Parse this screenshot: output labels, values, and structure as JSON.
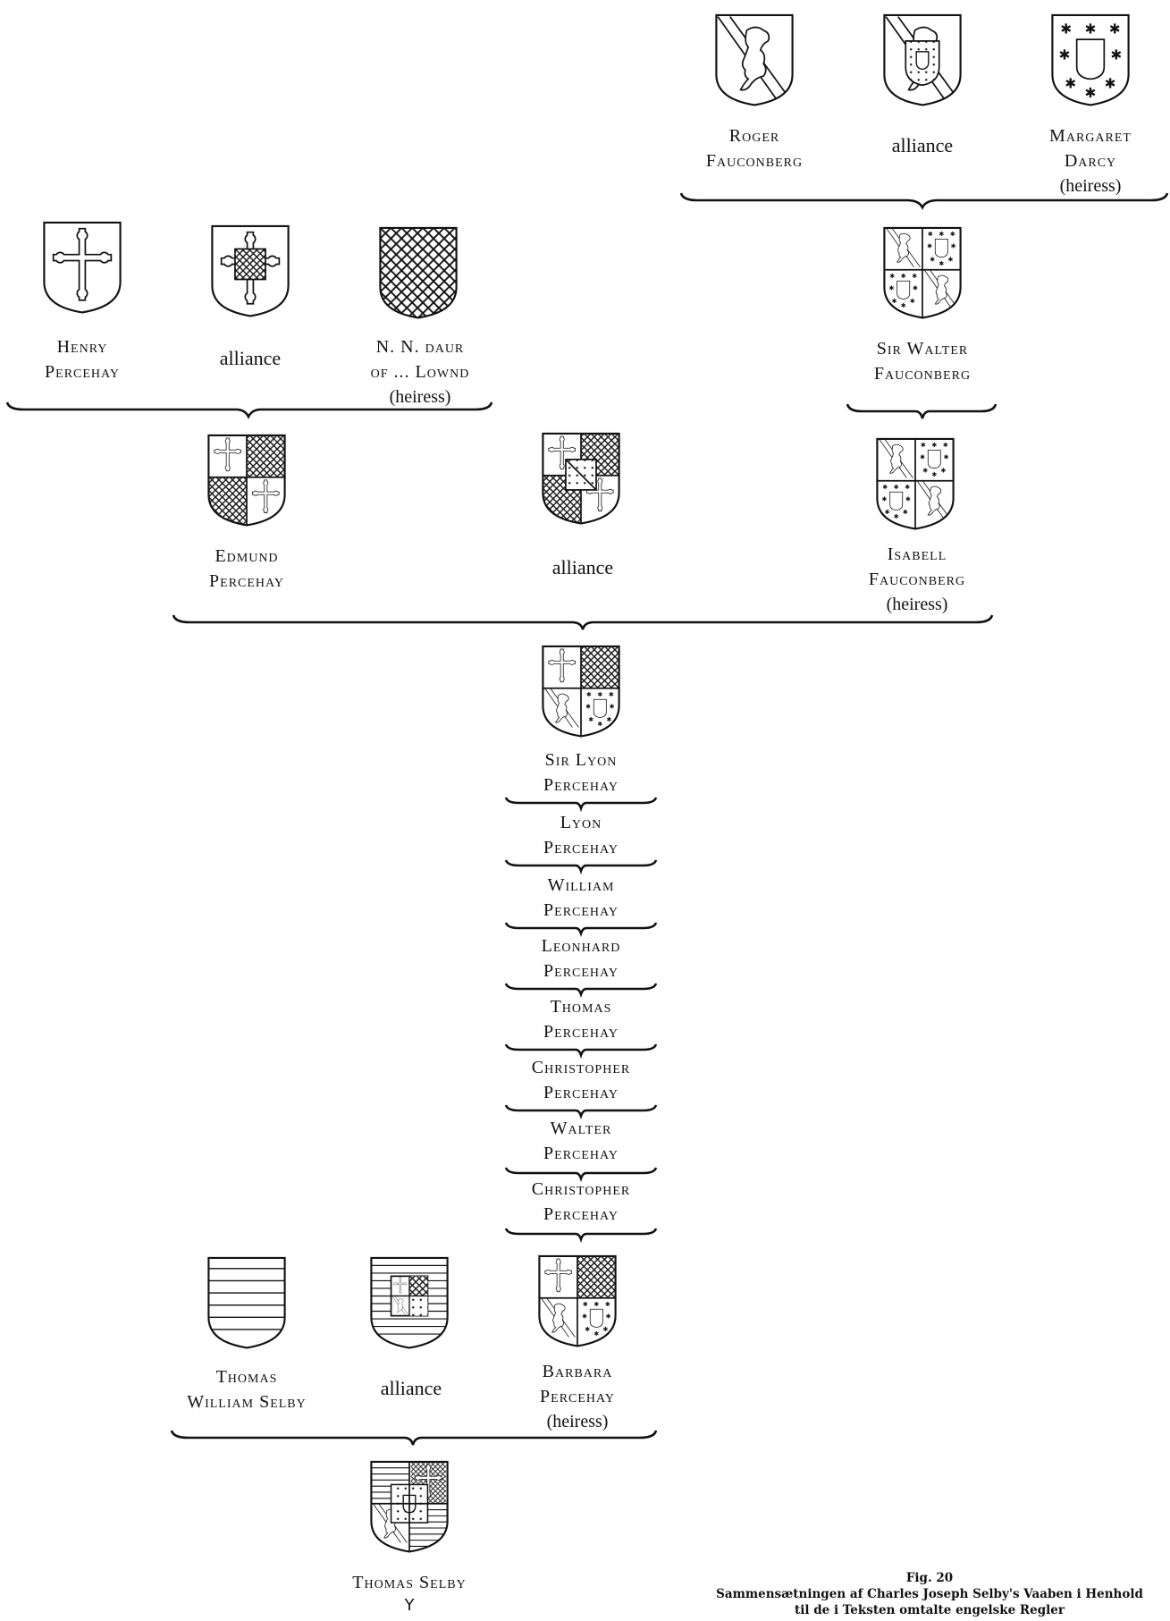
{
  "persons": {
    "roger_fauconberg": [
      "Roger",
      "Fauconberg"
    ],
    "margaret_darcy": [
      "Margaret",
      "Darcy",
      "(heiress)"
    ],
    "henry_percehay": [
      "Henry",
      "Percehay"
    ],
    "nn_lownd": [
      "N. N. daur",
      "of ... Lownd",
      "(heiress)"
    ],
    "walter_fauconberg": [
      "Sir Walter",
      "Fauconberg"
    ],
    "edmund_percehay": [
      "Edmund",
      "Percehay"
    ],
    "isabell_fauconberg": [
      "Isabell",
      "Fauconberg",
      "(heiress)"
    ],
    "lyon_percehay_sir": [
      "Sir Lyon",
      "Percehay"
    ],
    "thomas_william_selby": [
      "Thomas",
      "William Selby"
    ],
    "barbara_percehay": [
      "Barbara",
      "Percehay",
      "(heiress)"
    ],
    "thomas_selby": [
      "Thomas Selby"
    ]
  },
  "descent": [
    [
      "Lyon",
      "Percehay"
    ],
    [
      "William",
      "Percehay"
    ],
    [
      "Leonhard",
      "Percehay"
    ],
    [
      "Thomas",
      "Percehay"
    ],
    [
      "Christopher",
      "Percehay"
    ],
    [
      "Walter",
      "Percehay"
    ],
    [
      "Christopher",
      "Percehay"
    ]
  ],
  "alliance_label": "alliance",
  "descent_mark": "Y",
  "caption": {
    "fig": "Fig. 20",
    "line1": "Sammensætningen af Charles Joseph Selby's Vaaben i Henhold",
    "line2": "til de i Teksten omtalte engelske Regler"
  }
}
